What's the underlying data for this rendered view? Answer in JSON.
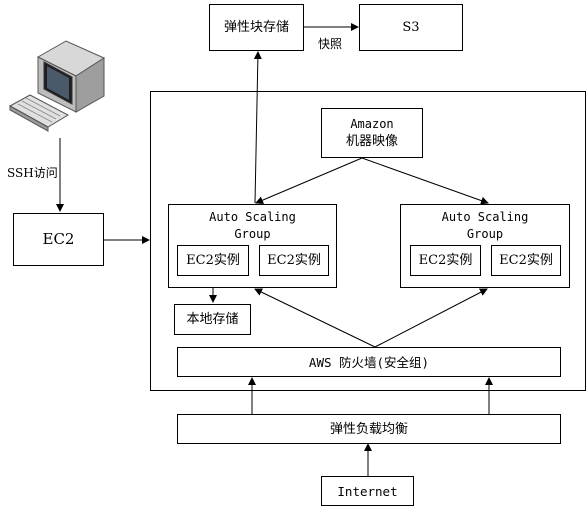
{
  "nodes": {
    "ebs": "弹性块存储",
    "s3": "S3",
    "ami_line1": "Amazon",
    "ami_line2": "机器映像",
    "ec2_main": "EC2",
    "asg_left_line1": "Auto Scaling",
    "asg_left_line2": "Group",
    "asg_right_line1": "Auto Scaling",
    "asg_right_line2": "Group",
    "instance_l1": "EC2实例",
    "instance_l2": "EC2实例",
    "instance_r1": "EC2实例",
    "instance_r2": "EC2实例",
    "local_storage": "本地存储",
    "firewall": "AWS 防火墙(安全组)",
    "load_balancer": "弹性负载均衡",
    "internet": "Internet"
  },
  "edge_labels": {
    "snapshot": "快照",
    "ssh": "SSH访问"
  },
  "icons": {
    "computer": "desktop-computer-icon"
  }
}
